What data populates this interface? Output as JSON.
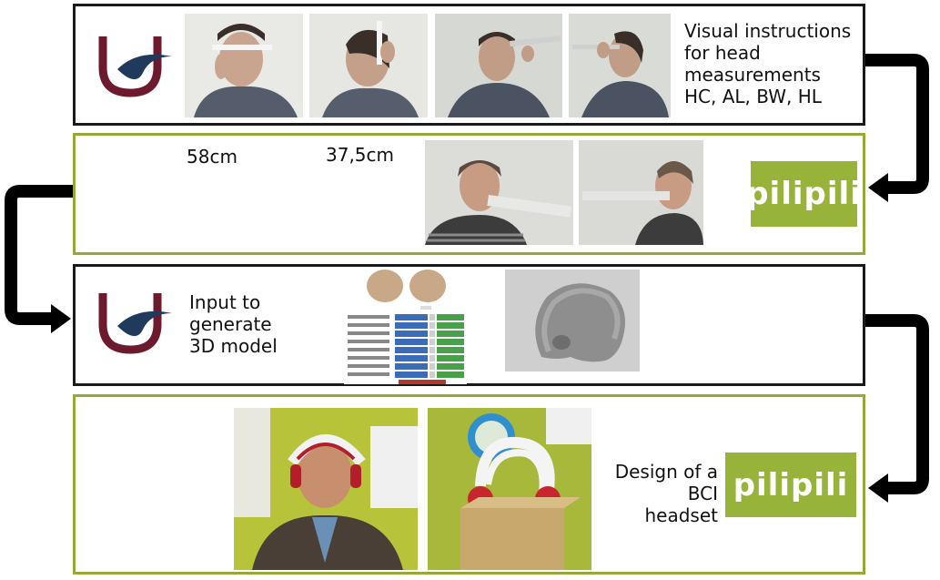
{
  "panel1": {
    "instructions_lines": [
      "Visual instructions",
      "for head",
      "measurements",
      "HC, AL, BW, HL"
    ]
  },
  "panel2": {
    "measure_1": "58cm",
    "measure_2": "37,5cm",
    "logo_text": "pilipili"
  },
  "panel3": {
    "input_lines": [
      "Input to",
      "generate",
      "3D model"
    ]
  },
  "panel4": {
    "design_lines": [
      "Design of a",
      "BCI headset"
    ],
    "logo_text": "pilipili"
  },
  "colors": {
    "ugent_maroon": "#6e1a2e",
    "ugent_navy": "#1f3a5c",
    "pili_green": "#97b33a",
    "panel_green_border": "#97a839"
  }
}
